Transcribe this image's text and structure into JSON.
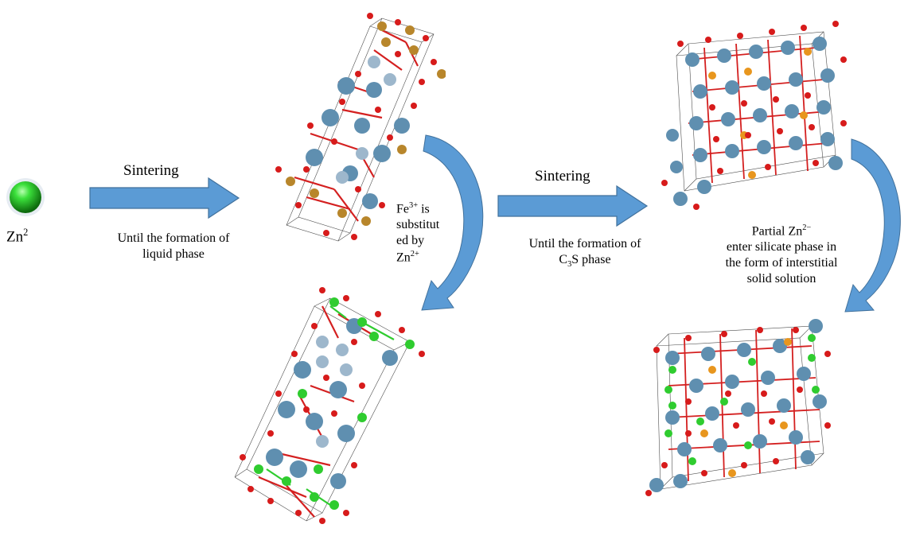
{
  "zn_ion": {
    "label_base": "Zn",
    "label_sup": "2"
  },
  "step1": {
    "process": "Sintering",
    "condition_line1": "Until the formation of",
    "condition_line2": "liquid phase"
  },
  "step2": {
    "process": "Sintering",
    "condition_line1": "Until the formation of",
    "condition_base": "C",
    "condition_sub": "3",
    "condition_rest": "S phase"
  },
  "substitution_note": {
    "line1_base": "Fe",
    "line1_sup": "3+",
    "line1_rest": " is",
    "line2": "substitut",
    "line3": "ed by",
    "line4_base": "Zn",
    "line4_sup": "2+"
  },
  "interstitial_note": {
    "line1_base": "Partial Zn",
    "line1_sup": "2−",
    "line2": "enter silicate phase in",
    "line3": "the form of interstitial",
    "line4": "solid solution"
  },
  "colors": {
    "arrow_blue": "#5b9bd5",
    "arrow_blue_dark": "#41719c",
    "ca_atom": "#5f8fb0",
    "ca_atom_light": "#9db7cc",
    "fe_atom": "#b8862b",
    "o_atom": "#d71b1b",
    "zn_atom": "#2fcc2f",
    "si_atom": "#e8961e",
    "bond": "#d42020"
  }
}
